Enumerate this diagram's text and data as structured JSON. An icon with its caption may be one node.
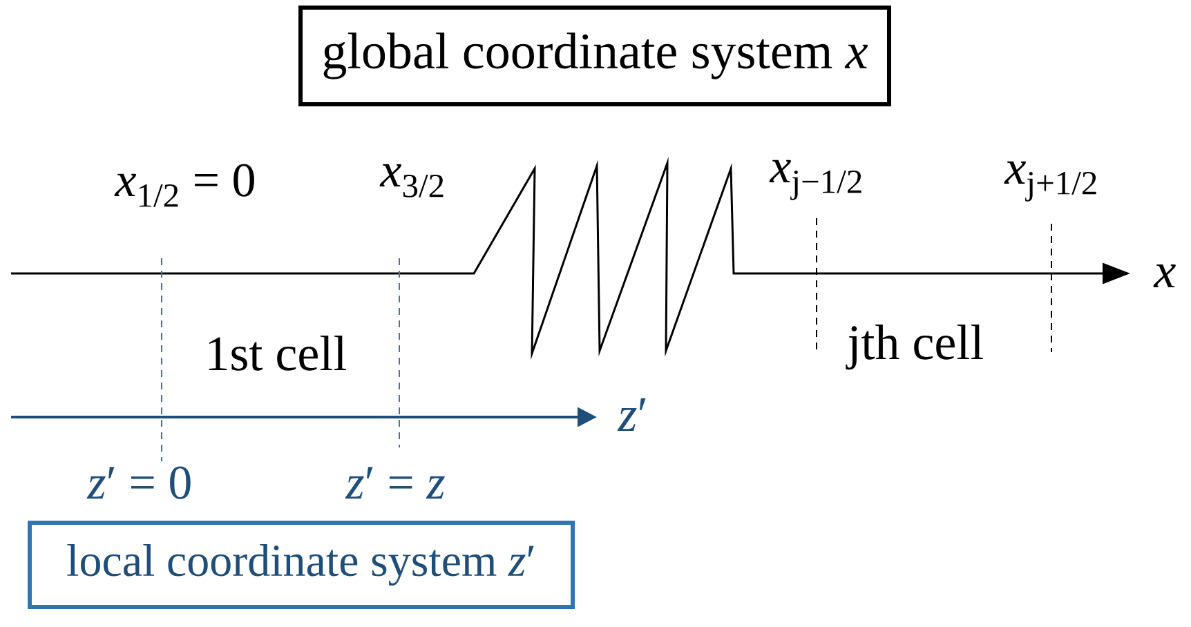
{
  "diagram": {
    "nodes": [
      {
        "text": [
          "global coordinate system *x*"
        ]
      },
      {
        "text": [
          "local coordinate system *z*′"
        ]
      }
    ],
    "labels": [
      "*x*$_{1/2}$ = 0",
      "*x*$_{3/2}$",
      "*x*$_{j−1/2}$",
      "*x*$_{j+1/2}$",
      "*x*",
      "1st cell",
      "jth cell",
      "*z*′",
      "*z*′ = 0",
      "*z*′ = *z*"
    ]
  }
}
